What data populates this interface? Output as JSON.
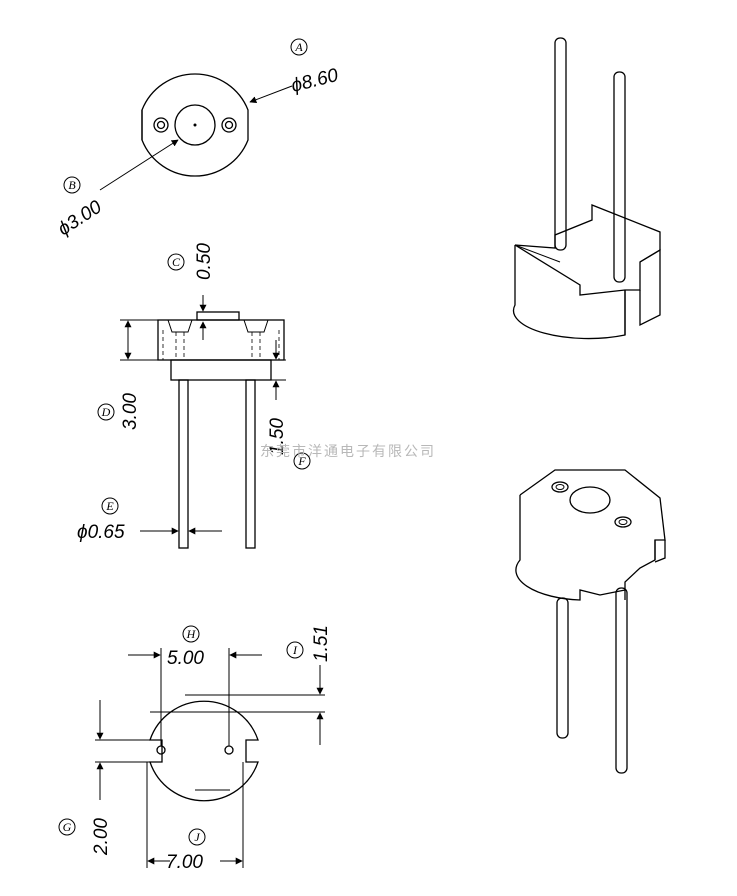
{
  "callouts": {
    "A": "A",
    "B": "B",
    "C": "C",
    "D": "D",
    "E": "E",
    "F": "F",
    "G": "G",
    "H": "H",
    "I": "I",
    "J": "J"
  },
  "dimensions": {
    "A": "ϕ8.60",
    "B": "ϕ3.00",
    "C": "0.50",
    "D": "3.00",
    "E": "ϕ0.65",
    "F": "1.50",
    "G": "2.00",
    "H": "5.00",
    "I": "1.51",
    "J": "7.00"
  },
  "watermark": "东莞市洋通电子有限公司"
}
